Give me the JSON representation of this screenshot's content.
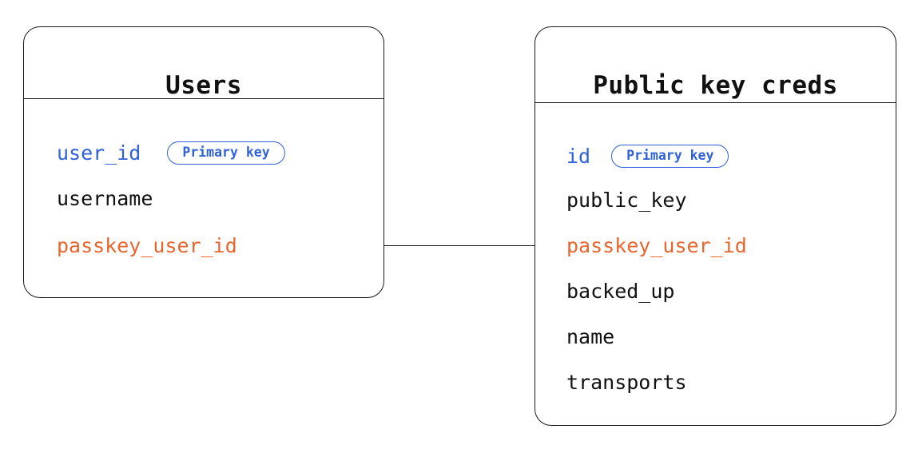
{
  "diagram": {
    "kind": "entity-relationship-diagram",
    "colors": {
      "primary_key": "#2f62d8",
      "foreign_key": "#e8662e",
      "plain_field": "#111111",
      "border": "#1a1a1a",
      "background": "#ffffff"
    },
    "entities": [
      {
        "id": "users",
        "title": "Users",
        "fields": [
          {
            "name": "user_id",
            "color_role": "primary_key",
            "badge": "Primary key"
          },
          {
            "name": "username",
            "color_role": "plain_field",
            "badge": null
          },
          {
            "name": "passkey_user_id",
            "color_role": "foreign_key",
            "badge": null
          }
        ]
      },
      {
        "id": "pkcreds",
        "title": "Public key creds",
        "fields": [
          {
            "name": "id",
            "color_role": "primary_key",
            "badge": "Primary key"
          },
          {
            "name": "public_key",
            "color_role": "plain_field",
            "badge": null
          },
          {
            "name": "passkey_user_id",
            "color_role": "foreign_key",
            "badge": null
          },
          {
            "name": "backed_up",
            "color_role": "plain_field",
            "badge": null
          },
          {
            "name": "name",
            "color_role": "plain_field",
            "badge": null
          },
          {
            "name": "transports",
            "color_role": "plain_field",
            "badge": null
          }
        ]
      }
    ],
    "relationships": [
      {
        "id": "users-pkcreds",
        "from_entity": "users",
        "from_field": "passkey_user_id",
        "to_entity": "pkcreds",
        "to_field": "passkey_user_id",
        "style": "straight-line"
      }
    ]
  }
}
